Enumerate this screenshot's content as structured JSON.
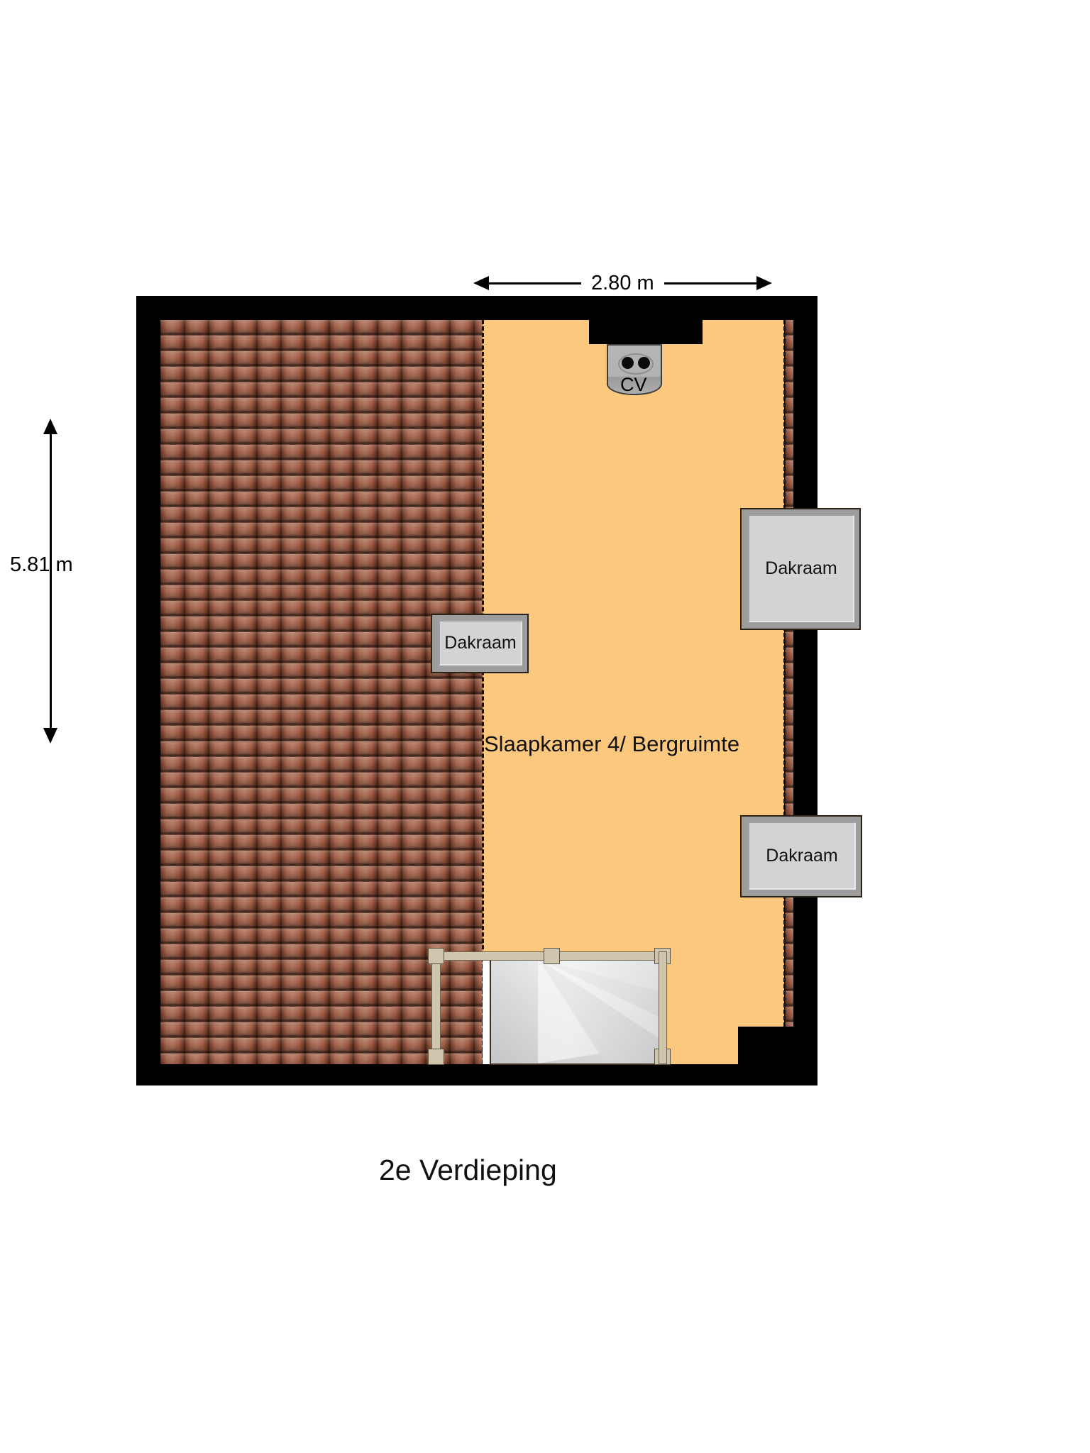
{
  "plan": {
    "title": "2e Verdieping",
    "room_label": "Slaapkamer 4/ Bergruimte",
    "dimensions": {
      "width_label": "2.80 m",
      "height_label": "5.81 m"
    },
    "features": {
      "cv_label": "CV",
      "skylight_label": "Dakraam",
      "skylights": [
        {
          "name": "skylight-left",
          "label": "Dakraam"
        },
        {
          "name": "skylight-right-top",
          "label": "Dakraam"
        },
        {
          "name": "skylight-right-bottom",
          "label": "Dakraam"
        }
      ]
    },
    "colors": {
      "wall": "#000000",
      "floor": "#fbc87d",
      "roof": "#9a5238",
      "skylight_frame": "#9d9d9d",
      "skylight_glass": "#d3d3d3",
      "stair": "#d9dadb",
      "text": "#111111"
    }
  }
}
